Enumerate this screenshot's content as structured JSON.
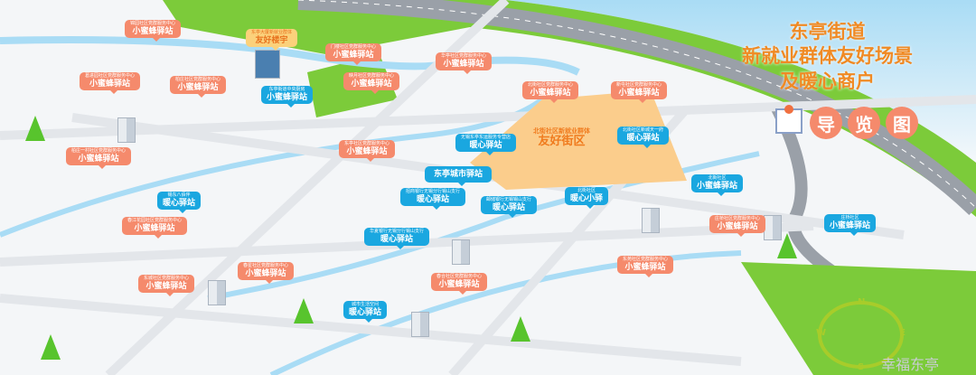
{
  "title": {
    "line1": "东亭街道",
    "line2": "新就业群体友好场景",
    "line3": "及暖心商户",
    "guide": [
      "导",
      "览",
      "图"
    ]
  },
  "friendly_zone": {
    "sub": "北街社区新就业群体",
    "main": "友好街区"
  },
  "friendly_building": {
    "sub": "东亭大厦新就业群体",
    "main": "友好楼宇"
  },
  "orange_stations": [
    {
      "name": "锦园社区党群服务中心",
      "label": "小蜜蜂驿站"
    },
    {
      "name": "门楼社区党群服务中心",
      "label": "小蜜蜂驿站"
    },
    {
      "name": "映月社区党群服务中心",
      "label": "小蜜蜂驿站"
    },
    {
      "name": "华亭社区党群服务中心",
      "label": "小蜜蜂驿站"
    },
    {
      "name": "北街社区党群服务中心",
      "label": "小蜜蜂驿站"
    },
    {
      "name": "新屯社区党群服务中心",
      "label": "小蜜蜂驿站"
    },
    {
      "name": "葛进园社区党群服务中心",
      "label": "小蜜蜂驿站"
    },
    {
      "name": "柏庄社区党群服务中心",
      "label": "小蜜蜂驿站"
    },
    {
      "name": "东亭社区党群服务中心",
      "label": "小蜜蜂驿站"
    },
    {
      "name": "柏庄一村社区党群服务中心",
      "label": "小蜜蜂驿站"
    },
    {
      "name": "春江花园社区党群服务中心",
      "label": "小蜜蜂驿站"
    },
    {
      "name": "东城社区党群服务中心",
      "label": "小蜜蜂驿站"
    },
    {
      "name": "春星社区党群服务中心",
      "label": "小蜜蜂驿站"
    },
    {
      "name": "春合社区党群服务中心",
      "label": "小蜜蜂驿站"
    },
    {
      "name": "庄桥社区党群服务中心",
      "label": "小蜜蜂驿站"
    },
    {
      "name": "东苑社区党群服务中心",
      "label": "小蜜蜂驿站"
    }
  ],
  "blue_stations": [
    {
      "name": "东亭街道中央厨房",
      "label": "小蜜蜂驿站"
    },
    {
      "name": "无锡东亭东运服务专营店",
      "label": "暖心驿站"
    },
    {
      "name": "",
      "label": "东亭城市驿站"
    },
    {
      "name": "招商银行无锡分行锡山支行",
      "label": "暖心驿站"
    },
    {
      "name": "邮储银行无锡锡山支行",
      "label": "暖心驿站"
    },
    {
      "name": "华夏银行无锡分行锡山支行",
      "label": "暖心驿站"
    },
    {
      "name": "城市生活空间",
      "label": "暖心驿站"
    },
    {
      "name": "锡东八佰伴",
      "label": "暖心驿站"
    },
    {
      "name": "北街社区",
      "label": "暖心小驿"
    },
    {
      "name": "北街社区新城天一府",
      "label": "暖心驿站"
    },
    {
      "name": "北街社区",
      "label": "小蜜蜂驿站"
    },
    {
      "name": "庄桥社区",
      "label": "小蜜蜂驿站"
    }
  ],
  "compass": {
    "n": "N",
    "e": "E",
    "s": "S",
    "w": "W"
  },
  "watermark": "幸福东亭"
}
